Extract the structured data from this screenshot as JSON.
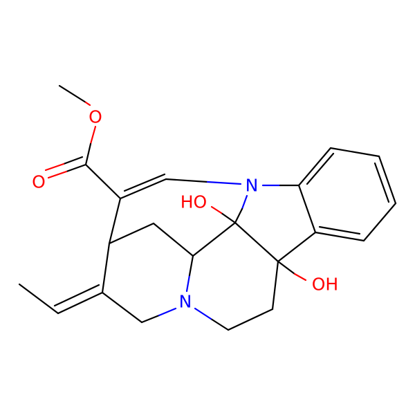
{
  "colors": {
    "carbon": "#000000",
    "nitrogen": "#0000ff",
    "oxygen": "#ff0000",
    "background": "#ffffff"
  },
  "atoms": [
    {
      "id": "a-ch3-ester",
      "element": "C"
    },
    {
      "id": "a-o-ether",
      "element": "O",
      "label": "O"
    },
    {
      "id": "a-c-carbonyl",
      "element": "C"
    },
    {
      "id": "a-o-carbonyl",
      "element": "O",
      "label": "O"
    },
    {
      "id": "a-c-vinyl-1",
      "element": "C"
    },
    {
      "id": "a-c-vinyl-2",
      "element": "C"
    },
    {
      "id": "a-n-indoline",
      "element": "N",
      "label": "N"
    },
    {
      "id": "a-c-benz-1",
      "element": "C"
    },
    {
      "id": "a-c-benz-2",
      "element": "C"
    },
    {
      "id": "a-c-benz-3",
      "element": "C"
    },
    {
      "id": "a-c-benz-4",
      "element": "C"
    },
    {
      "id": "a-c-benz-5",
      "element": "C"
    },
    {
      "id": "a-c-benz-6",
      "element": "C"
    },
    {
      "id": "a-c-quat-2",
      "element": "C"
    },
    {
      "id": "a-oh-2",
      "element": "O",
      "label": "OH"
    },
    {
      "id": "a-c-quat-1",
      "element": "C"
    },
    {
      "id": "a-oh-1",
      "element": "O",
      "label": "HO"
    },
    {
      "id": "a-c-ch2-a",
      "element": "C"
    },
    {
      "id": "a-c-ch2-b",
      "element": "C"
    },
    {
      "id": "a-n-amine",
      "element": "N",
      "label": "N"
    },
    {
      "id": "a-c-ring-ch",
      "element": "C"
    },
    {
      "id": "a-c-bridge-ch2",
      "element": "C"
    },
    {
      "id": "a-c-bridgehead",
      "element": "C"
    },
    {
      "id": "a-c-ethylidene",
      "element": "C"
    },
    {
      "id": "a-c-ring-ch2-n",
      "element": "C"
    },
    {
      "id": "a-c-ethylidene-ch",
      "element": "C"
    },
    {
      "id": "a-c-ethylidene-ch3",
      "element": "C"
    }
  ]
}
